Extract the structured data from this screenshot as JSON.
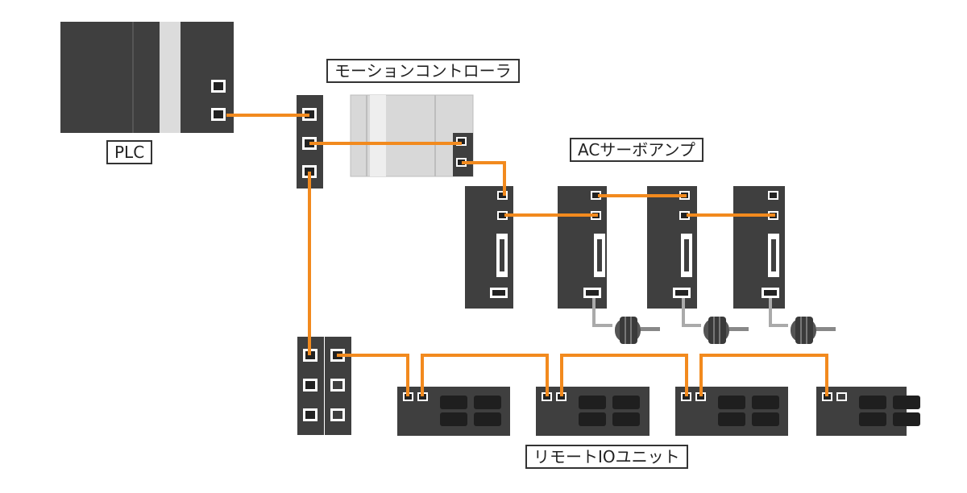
{
  "labels": {
    "plc": "PLC",
    "motion_controller": "モーションコントローラ",
    "ac_servo_amp": "ACサーボアンプ",
    "remote_io_unit": "リモートIOユニット"
  },
  "colors": {
    "cable": "#f28a1e",
    "device_dark": "#3f3f3f",
    "device_light": "#d9d9d9",
    "motor_cable": "#aaaaaa",
    "label_border": "#333333"
  }
}
